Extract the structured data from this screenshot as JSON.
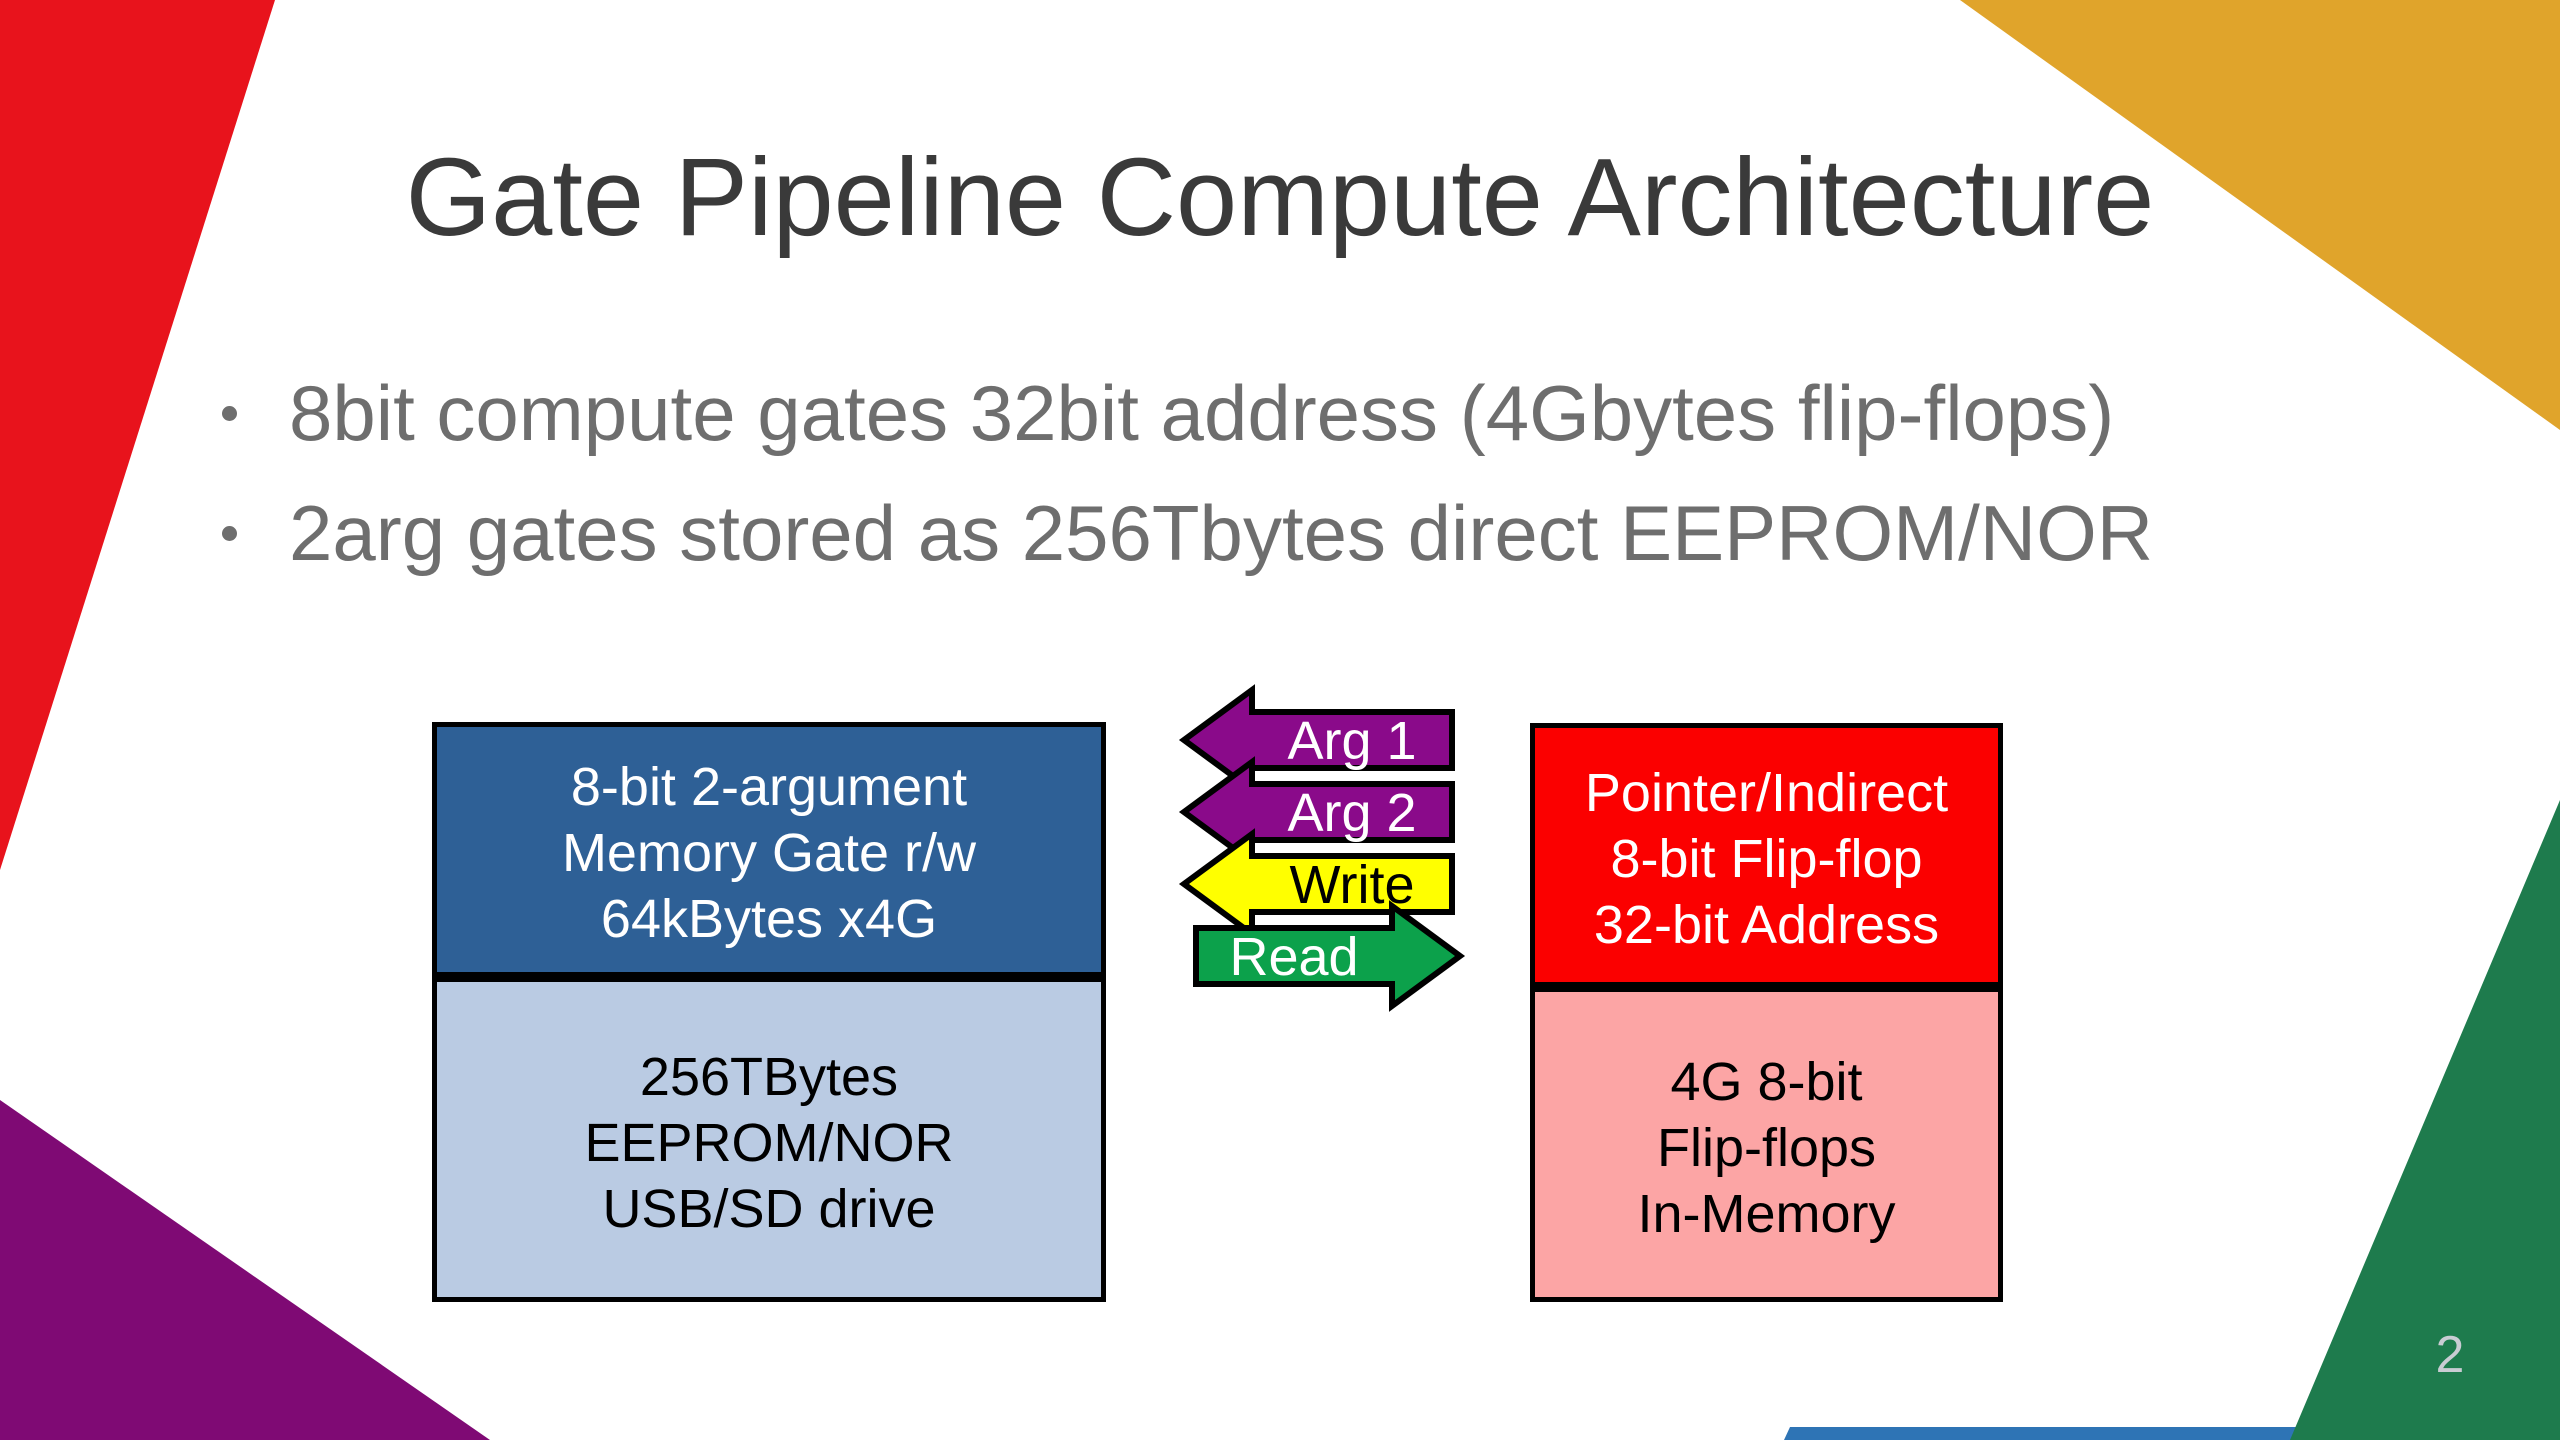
{
  "slide": {
    "title": "Gate Pipeline Compute Architecture",
    "bullets": [
      "8bit compute gates 32bit address (4Gbytes flip-flops)",
      "2arg gates stored as 256Tbytes direct EEPROM/NOR"
    ],
    "page_number": "2"
  },
  "diagram": {
    "left_box": {
      "top": {
        "lines": [
          "8-bit 2-argument",
          "Memory Gate r/w",
          "64kBytes x4G"
        ],
        "bg": "#2E6096",
        "text_color": "#FFFFFF"
      },
      "bottom": {
        "lines": [
          "256TBytes",
          "EEPROM/NOR",
          "USB/SD drive"
        ],
        "bg": "#BACBE3",
        "text_color": "#000000"
      }
    },
    "right_box": {
      "top": {
        "lines": [
          "Pointer/Indirect",
          "8-bit Flip-flop",
          "32-bit Address"
        ],
        "bg": "#FB0000",
        "text_color": "#FFFFFF"
      },
      "bottom": {
        "lines": [
          "4G 8-bit",
          "Flip-flops",
          "In-Memory"
        ],
        "bg": "#FCA5A5",
        "text_color": "#000000"
      }
    },
    "arrows": [
      {
        "label": "Arg 1",
        "direction": "left",
        "fill": "#8A0A8A",
        "text_color": "#FFFFFF"
      },
      {
        "label": "Arg 2",
        "direction": "left",
        "fill": "#8A0A8A",
        "text_color": "#FFFFFF"
      },
      {
        "label": "Write",
        "direction": "left",
        "fill": "#FFFF00",
        "text_color": "#000000"
      },
      {
        "label": "Read",
        "direction": "right",
        "fill": "#0CA14B",
        "text_color": "#FFFFFF"
      }
    ]
  },
  "decorations": {
    "red_triangle": "#E8131C",
    "gold_triangle": "#E0A42B",
    "purple_triangle": "#7F0A74",
    "green_triangle": "#1E7B4D",
    "blue_bar": "#2E74B5"
  },
  "text_colors": {
    "title": "#3A3A3A",
    "bullet": "#6E6E6E",
    "page_number": "#C9CCD3"
  }
}
